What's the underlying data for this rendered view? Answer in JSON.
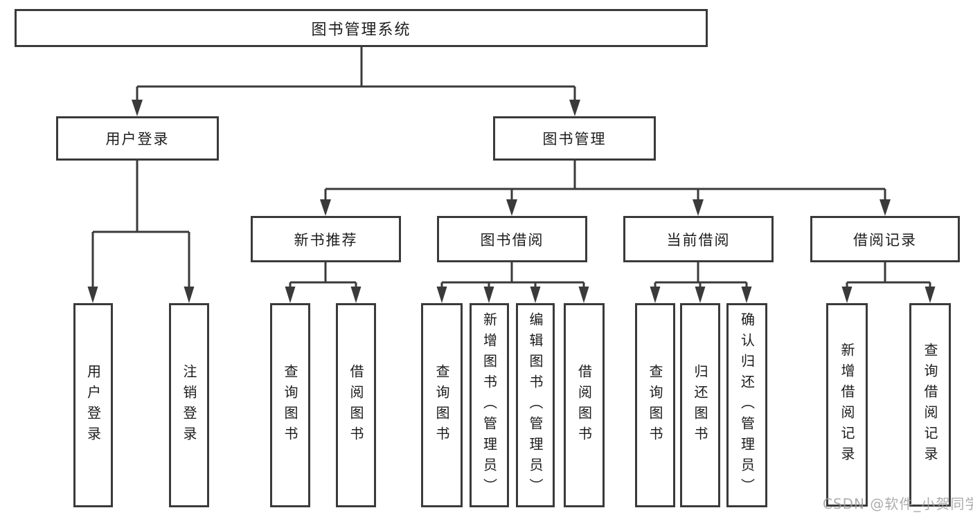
{
  "diagram_title": "图书管理系统",
  "tree": {
    "label": "图书管理系统",
    "children": [
      {
        "label": "用户登录",
        "children": [
          {
            "label": "用户登录"
          },
          {
            "label": "注销登录"
          }
        ]
      },
      {
        "label": "图书管理",
        "children": [
          {
            "label": "新书推荐",
            "children": [
              {
                "label": "查询图书"
              },
              {
                "label": "借阅图书"
              }
            ]
          },
          {
            "label": "图书借阅",
            "children": [
              {
                "label": "查询图书"
              },
              {
                "label": "新增图书（管理员）"
              },
              {
                "label": "编辑图书（管理员）"
              },
              {
                "label": "借阅图书"
              }
            ]
          },
          {
            "label": "当前借阅",
            "children": [
              {
                "label": "查询图书"
              },
              {
                "label": "归还图书"
              },
              {
                "label": "确认归还（管理员）"
              }
            ]
          },
          {
            "label": "借阅记录",
            "children": [
              {
                "label": "新增借阅记录"
              },
              {
                "label": "查询借阅记录"
              }
            ]
          }
        ]
      }
    ]
  },
  "watermark": {
    "text": "CSDN @软件_小贺同学"
  },
  "colors": {
    "line": "#3a3a3a",
    "text": "#1c1c1c",
    "watermark": "#9e9e9e",
    "background": "#ffffff"
  }
}
